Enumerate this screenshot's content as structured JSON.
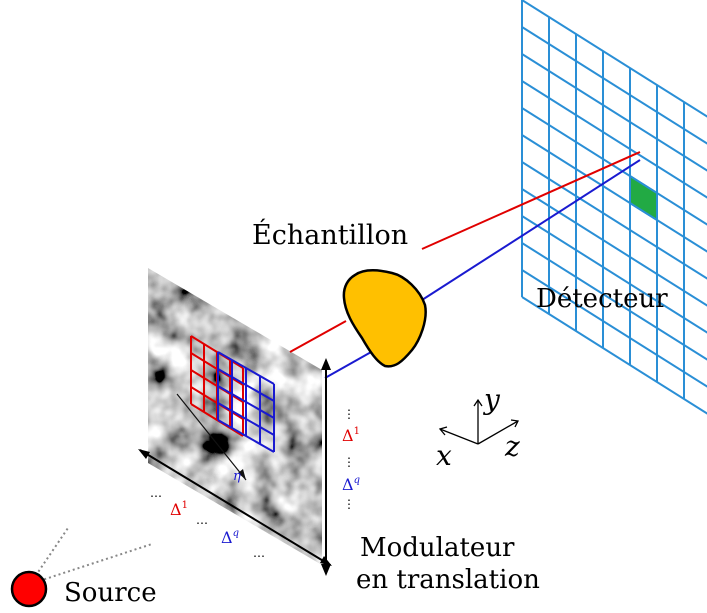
{
  "labels": {
    "sample": "Échantillon",
    "detector": "Détecteur",
    "modulator_line1": "Modulateur",
    "modulator_line2": "en translation",
    "source": "Source",
    "axis_x": "x",
    "axis_y": "y",
    "axis_z": "z",
    "eta": "η",
    "delta": "Δ",
    "delta_sup_1": "1",
    "delta_sup_q": "q",
    "ellipsis_v": "⋮",
    "ellipsis_h": "⋯"
  },
  "colors": {
    "red": "#e00000",
    "blue": "#1a1ad0",
    "detector_grid": "#2a8fd6",
    "pixel": "#22aa44",
    "sample": "#ffc000",
    "source": "#ff0000"
  },
  "icons": {
    "source": "red-circle",
    "axes": "xyz-triad",
    "sample": "irregular-blob"
  }
}
